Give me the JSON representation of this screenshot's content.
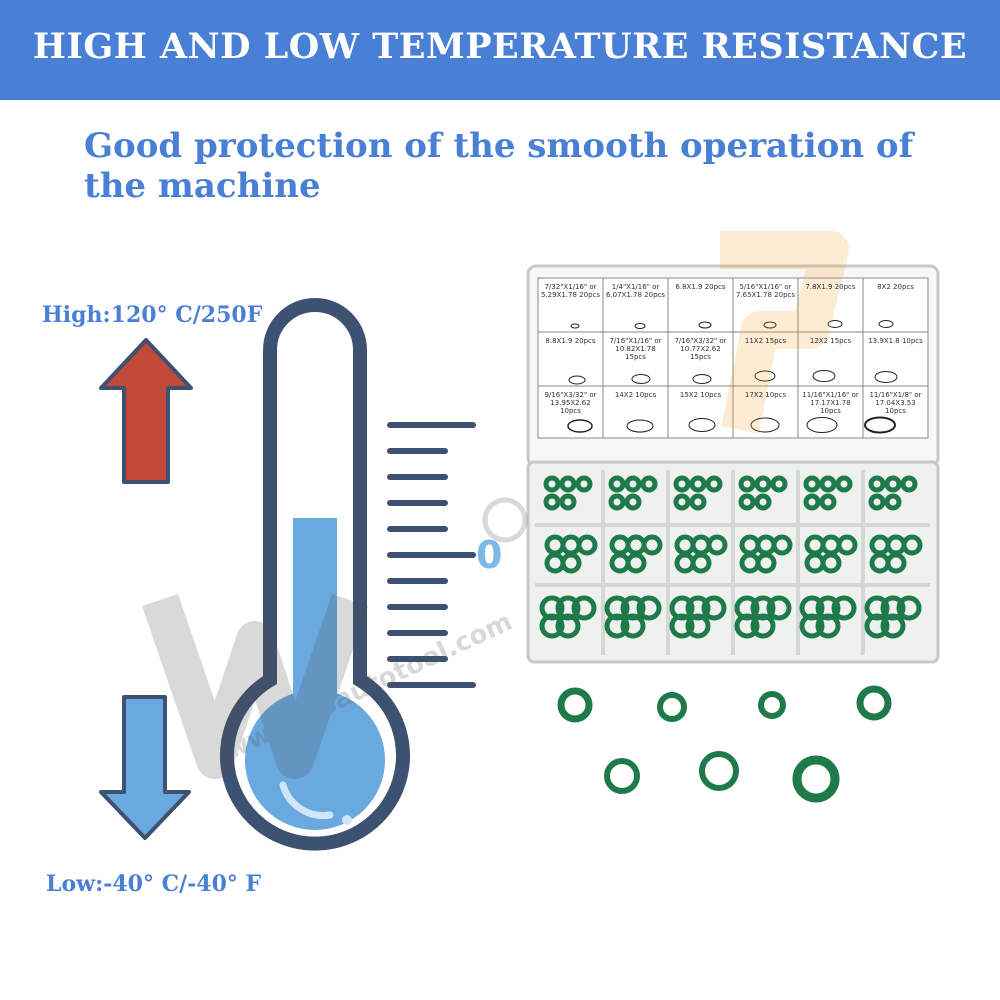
{
  "banner": {
    "title": "HIGH AND LOW TEMPERATURE RESISTANCE"
  },
  "subtitle": "Good protection of the smooth operation of the machine",
  "high_label": "High:120° C/250F",
  "low_label": "Low:-40° C/-40° F",
  "zero_mark": "0",
  "watermark": {
    "text": "www.wsautotool.com"
  },
  "colors": {
    "banner": "#4a7fd6",
    "text_blue": "#4a7fd6",
    "arrow_up": "#c2483a",
    "arrow_down": "#6aa8e0",
    "thermo_outline": "#3d5170",
    "oring": "#1f7a4a"
  },
  "icons": {
    "up": "arrow-up-icon",
    "down": "arrow-down-icon",
    "thermometer": "thermometer-icon"
  },
  "size_chart": [
    [
      {
        "label": "7/32\"X1/16\" or 5.29X1.78",
        "qty": "20pcs"
      },
      {
        "label": "1/4\"X1/16\" or 6.07X1.78",
        "qty": "20pcs"
      },
      {
        "label": "6.8X1.9",
        "qty": "20pcs"
      },
      {
        "label": "5/16\"X1/16\" or 7.65X1.78",
        "qty": "20pcs"
      },
      {
        "label": "7.8X1.9",
        "qty": "20pcs"
      },
      {
        "label": "8X2",
        "qty": "20pcs"
      }
    ],
    [
      {
        "label": "8.8X1.9",
        "qty": "20pcs"
      },
      {
        "label": "7/16\"X1/16\" or 10.82X1.78",
        "qty": "15pcs"
      },
      {
        "label": "7/16\"X3/32\" or 10.77X2.62",
        "qty": "15pcs"
      },
      {
        "label": "11X2",
        "qty": "15pcs"
      },
      {
        "label": "12X2",
        "qty": "15pcs"
      },
      {
        "label": "13.9X1.8",
        "qty": "10pcs"
      }
    ],
    [
      {
        "label": "9/16\"X3/32\" or 13.95X2.62",
        "qty": "10pcs"
      },
      {
        "label": "14X2",
        "qty": "10pcs"
      },
      {
        "label": "15X2",
        "qty": "10pcs"
      },
      {
        "label": "17X2",
        "qty": "10pcs"
      },
      {
        "label": "11/16\"X1/16\" or 17.17X1.78",
        "qty": "10pcs"
      },
      {
        "label": "11/16\"X1/8\" or 17.04X3.53",
        "qty": "10pcs"
      }
    ]
  ]
}
